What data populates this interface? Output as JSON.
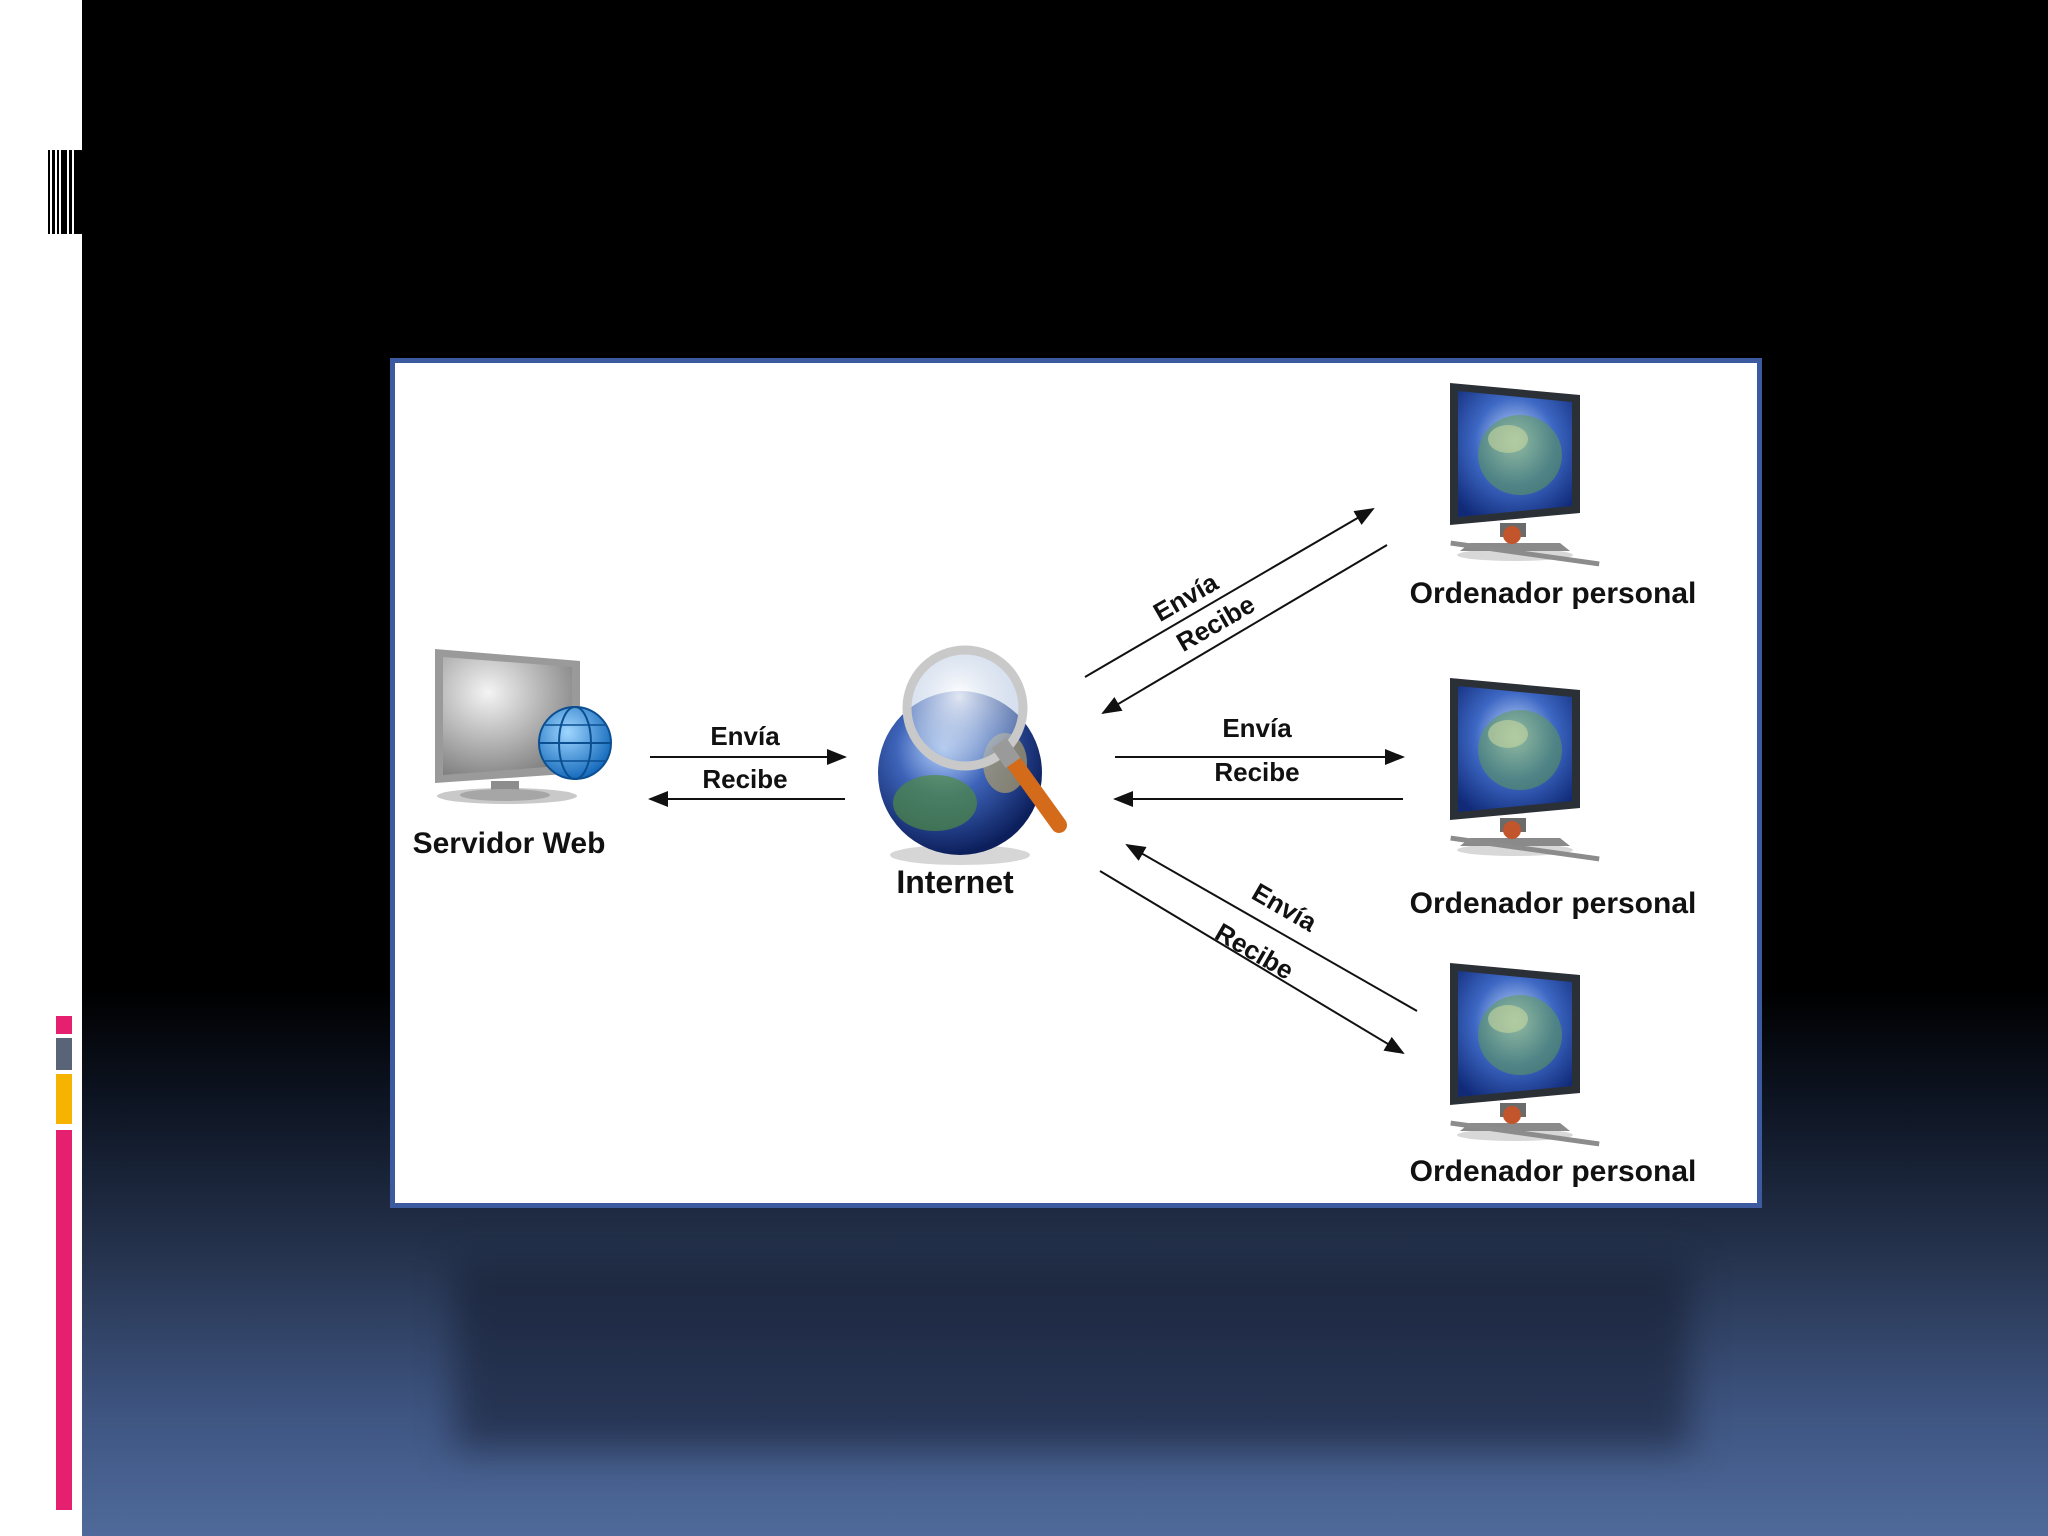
{
  "diagram": {
    "server_label": "Servidor Web",
    "internet_label": "Internet",
    "send_label": "Envía",
    "receive_label": "Recibe",
    "clients": [
      {
        "label": "Ordenador personal"
      },
      {
        "label": "Ordenador personal"
      },
      {
        "label": "Ordenador personal"
      }
    ]
  },
  "colors": {
    "frame_border": "#3c5aa0",
    "accent_pink": "#e5206f",
    "accent_gray": "#5a6478",
    "accent_yellow": "#f6b400"
  }
}
